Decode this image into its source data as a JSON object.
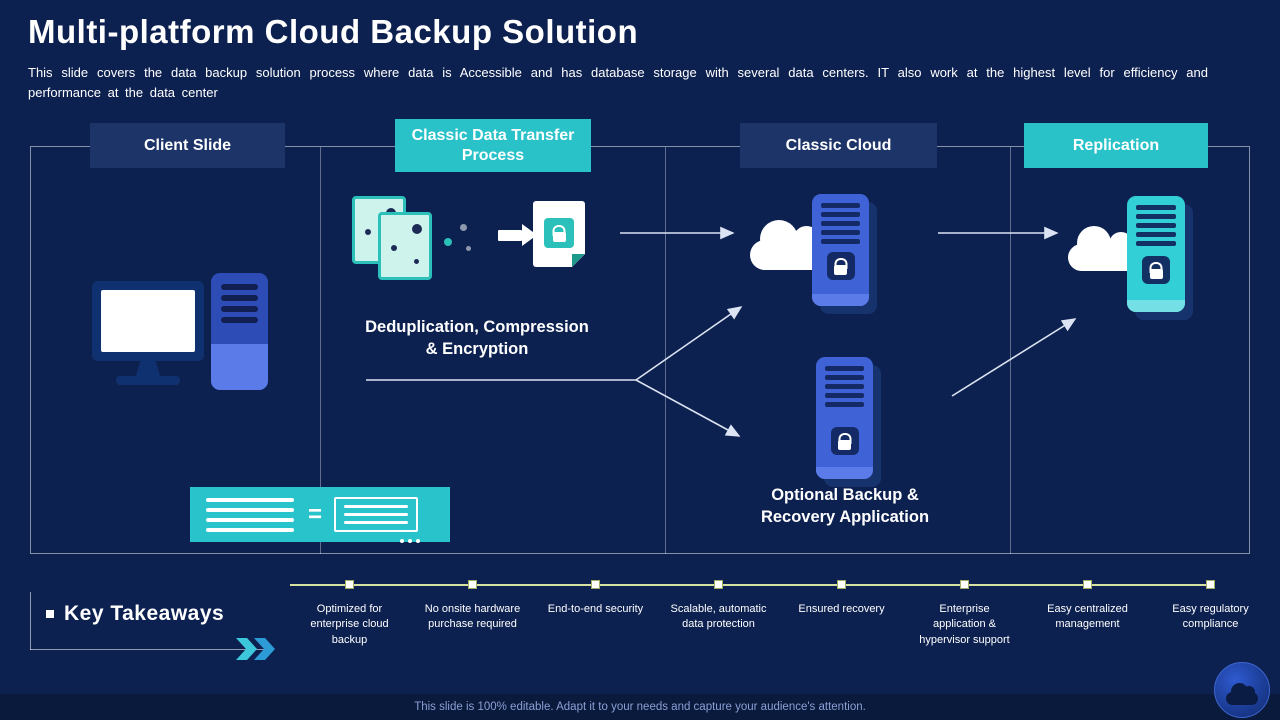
{
  "slide": {
    "title": "Multi-platform Cloud Backup Solution",
    "subtitle": "This slide covers the data backup solution process where data is Accessible and has database storage with several data centers. IT also work at the highest level for efficiency and performance at the data center",
    "footer": "This slide is 100% editable. Adapt it to your needs and capture your audience's attention."
  },
  "columns": [
    {
      "label": "Client Slide"
    },
    {
      "label": "Classic Data Transfer Process"
    },
    {
      "label": "Classic Cloud"
    },
    {
      "label": "Replication"
    }
  ],
  "diagram": {
    "dedup_label": "Deduplication, Compression & Encryption",
    "optional_label": "Optional Backup & Recovery Application",
    "equals_sign": "="
  },
  "key_takeaways": {
    "heading": "Key Takeaways",
    "items": [
      "Optimized for enterprise cloud backup",
      "No onsite hardware purchase required",
      "End-to-end security",
      "Scalable, automatic data protection",
      "Ensured recovery",
      "Enterprise application & hypervisor support",
      "Easy centralized management",
      "Easy regulatory compliance"
    ]
  },
  "icons": {
    "desktop-monitor-icon": "css-shape",
    "server-tower-icon": "css-shape",
    "documents-icon": "css-shape",
    "arrow-right-icon": "css-block-arrow",
    "encrypted-file-icon": "css-shape-with-lock",
    "cloud-server-icon": "css-shape-with-lock",
    "backup-server-icon": "css-shape-with-lock",
    "replication-server-icon": "css-shape-with-lock",
    "deduplication-icon": "css-shape",
    "chevrons-icon": "svg-double-chevron",
    "cloud-logo-icon": "css-cloud-in-circle"
  },
  "colors": {
    "background": "#0d2150",
    "accent_teal": "#29c2c9",
    "header_navy": "#1d3468",
    "server_blue": "#3f63d6",
    "server_teal": "#33cfd6",
    "document_mint": "#cdf3ec",
    "timeline_line": "#d7e2a2",
    "footer_text": "#8b9fd4",
    "text": "#ffffff"
  }
}
